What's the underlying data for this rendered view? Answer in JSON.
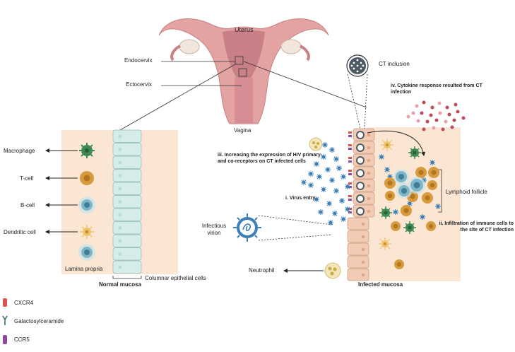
{
  "labels": {
    "uterus": "Uterus",
    "endocervix": "Endocervix",
    "ectocervix": "Ectocervix",
    "vagina": "Vagina",
    "ct_inclusion": "CT inclusion",
    "cytokine_response": "iv. Cytokine response resulted from CT infection",
    "hiv_expression": "iii. Increasing the expression of HIV primary- and co-receptors on CT infected cells",
    "virus_entry": "i. Virus entry",
    "lymphoid_follicle": "Lymphoid follicle",
    "infiltration": "ii. Infiltration of immune cells to the site of CT infection",
    "infectious_virion": "Infectious virion",
    "neutrophil": "Neutrophil",
    "infected_mucosa": "Infected mucosa",
    "normal_mucosa": "Normal mucosa",
    "columnar_epithelial": "Columnar epithelial cells",
    "lamina_propria": "Lamina propria",
    "macrophage": "Macrophage",
    "t_cell": "T-cell",
    "b_cell": "B-cell",
    "dendritic_cell": "Dendritic cell"
  },
  "legend": [
    {
      "label": "CXCR4",
      "color": "#d9534f"
    },
    {
      "label": "Galactosylceramide",
      "color": "#2e6b4a"
    },
    {
      "label": "CCR5",
      "color": "#8e4a9e"
    }
  ],
  "colors": {
    "mucosa": "#fbe6d3",
    "epithelium": "#d6ecea",
    "epithelium_border": "#8fbcb8",
    "infected_cell": "#f1cbb3",
    "uterus": "#e3a3a3",
    "virus": "#3b7fb8",
    "macrophage": "#3e8a55",
    "tcell": "#d79a3c",
    "bcell": "#7fb5c8",
    "dendritic": "#f0c46b",
    "cytokine": "#c04a5a"
  }
}
